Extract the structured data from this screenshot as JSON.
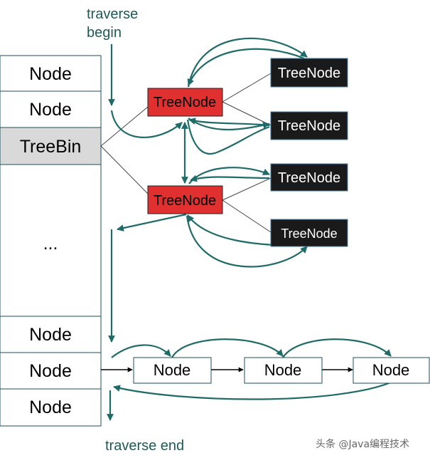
{
  "table": {
    "cells": [
      "Node",
      "Node",
      "TreeBin",
      "...",
      "Node",
      "Node",
      "Node"
    ]
  },
  "captions": {
    "traverse_begin_line1": "traverse",
    "traverse_begin_line2": "begin",
    "traverse_end": "traverse end"
  },
  "tree": {
    "red_nodes": [
      "TreeNode",
      "TreeNode"
    ],
    "black_nodes": [
      "TreeNode",
      "TreeNode",
      "TreeNode",
      "TreeNode"
    ]
  },
  "list": {
    "nodes": [
      "Node",
      "Node",
      "Node"
    ]
  },
  "watermark": "头条 @Java编程技术",
  "colors": {
    "arrow": "#1f6b68",
    "red_node": "#e03030",
    "black_node": "#1a1a1a",
    "treebin_fill": "#d9d9d9",
    "caption": "#1d5a57"
  }
}
